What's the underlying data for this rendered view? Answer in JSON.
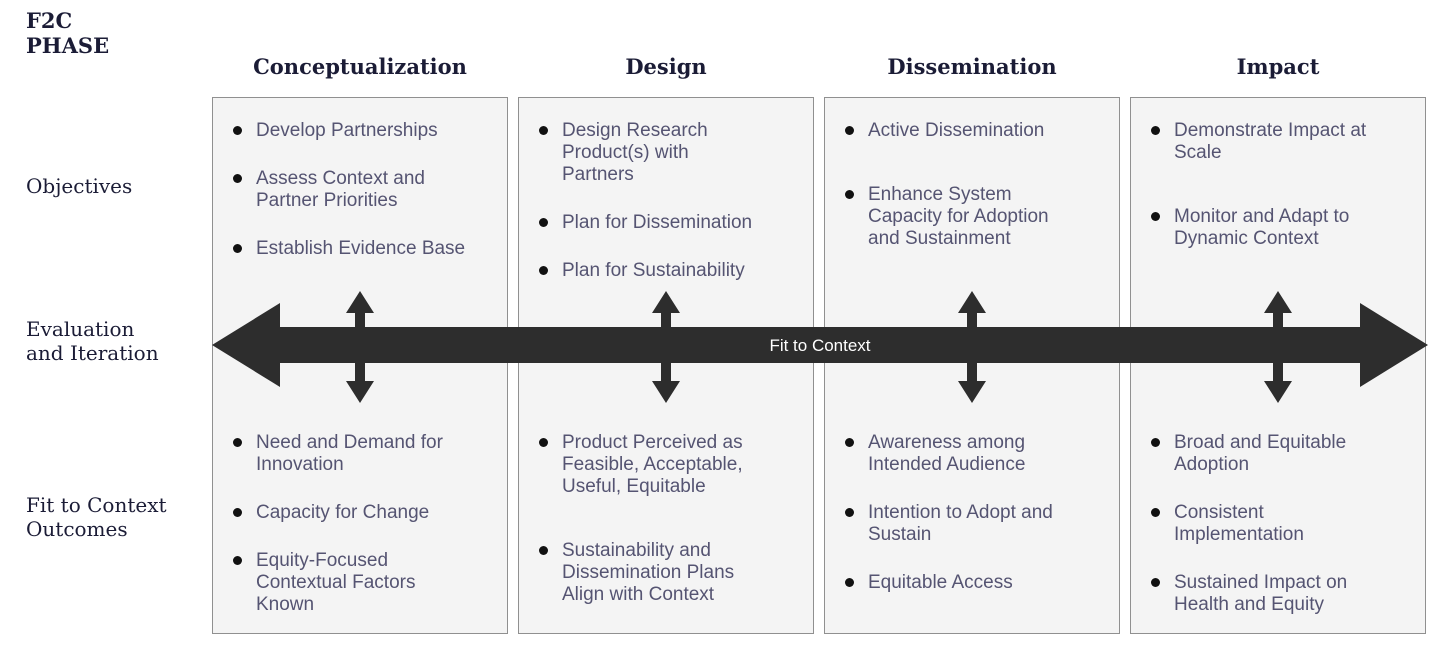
{
  "header": {
    "corner": "F2C\nPHASE"
  },
  "rows": [
    {
      "label": "Objectives"
    },
    {
      "label": "Evaluation\nand Iteration"
    },
    {
      "label": "Fit to Context\nOutcomes"
    }
  ],
  "arrow": {
    "label": "Fit to Context"
  },
  "columns": [
    {
      "phase": "Conceptualization",
      "objectives": [
        "Develop Partnerships",
        "Assess Context and\nPartner Priorities",
        "Establish Evidence Base"
      ],
      "outcomes": [
        "Need and Demand for\nInnovation",
        "Capacity for Change",
        "Equity-Focused\nContextual Factors\nKnown"
      ]
    },
    {
      "phase": "Design",
      "objectives": [
        "Design Research\nProduct(s) with\nPartners",
        "Plan for Dissemination",
        "Plan for Sustainability"
      ],
      "outcomes": [
        "Product Perceived as\nFeasible, Acceptable,\nUseful, Equitable",
        "Sustainability and\nDissemination Plans\nAlign with Context"
      ]
    },
    {
      "phase": "Dissemination",
      "objectives": [
        "Active Dissemination",
        "Enhance System\nCapacity for Adoption\nand Sustainment"
      ],
      "outcomes": [
        "Awareness among\nIntended Audience",
        "Intention to Adopt and\nSustain",
        "Equitable Access"
      ]
    },
    {
      "phase": "Impact",
      "objectives": [
        "Demonstrate Impact at\nScale",
        "Monitor and Adapt to\nDynamic Context"
      ],
      "outcomes": [
        "Broad and Equitable\nAdoption",
        "Consistent\nImplementation",
        "Sustained Impact on\nHealth and Equity"
      ]
    }
  ],
  "colors": {
    "arrow": "#2d2d2d",
    "arrow_label": "#ffffff",
    "heading": "#1b1c36",
    "bullet_text": "#555472",
    "box_fill": "#f4f4f4",
    "box_border": "#909090",
    "dot": "#111111"
  }
}
